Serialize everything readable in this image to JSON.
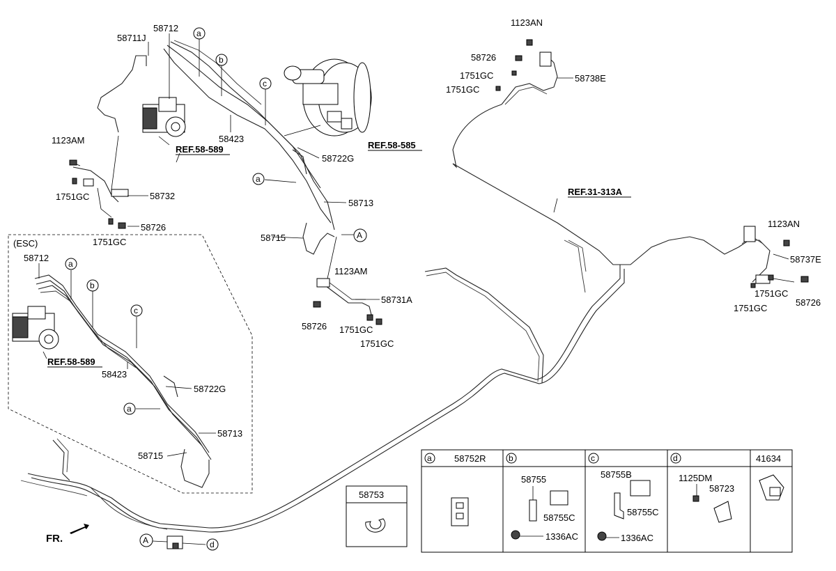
{
  "labels": {
    "p58711J": "58711J",
    "p58712_top": "58712",
    "p58423_top": "58423",
    "ref58589_top": "REF.58-589",
    "ref58585": "REF.58-585",
    "p1123AM_left": "1123AM",
    "p1751GC_left1": "1751GC",
    "p58732": "58732",
    "p58726_left": "58726",
    "p1751GC_left2": "1751GC",
    "p58722G_top": "58722G",
    "p58713_top": "58713",
    "p58715_top": "58715",
    "p1123AM_mid": "1123AM",
    "p58731A": "58731A",
    "p58726_mid": "58726",
    "p1751GC_mid1": "1751GC",
    "p1751GC_mid2": "1751GC",
    "p1123AN_top": "1123AN",
    "p58726_tr": "58726",
    "p1751GC_tr1": "1751GC",
    "p1751GC_tr2": "1751GC",
    "p58738E": "58738E",
    "ref31313A": "REF.31-313A",
    "p1123AN_right": "1123AN",
    "p58737E": "58737E",
    "p1751GC_r1": "1751GC",
    "p1751GC_r2": "1751GC",
    "p58726_r": "58726",
    "esc": "(ESC)",
    "p58712_esc": "58712",
    "ref58589_esc": "REF.58-589",
    "p58423_esc": "58423",
    "p58722G_esc": "58722G",
    "p58713_esc": "58713",
    "p58715_esc": "58715",
    "fr": "FR."
  },
  "callouts": {
    "a": "a",
    "b": "b",
    "c": "c",
    "d": "d",
    "A": "A"
  },
  "table": {
    "single_box": "58753",
    "cells": [
      {
        "letter": "a",
        "part": "58752R"
      },
      {
        "letter": "b",
        "part": ""
      },
      {
        "letter": "c",
        "part": ""
      },
      {
        "letter": "d",
        "part": ""
      },
      {
        "letter": "",
        "part": "41634"
      }
    ],
    "b_parts": {
      "p1": "58755",
      "p2": "58755C",
      "p3": "1336AC"
    },
    "c_parts": {
      "p1": "58755B",
      "p2": "58755C",
      "p3": "1336AC"
    },
    "d_parts": {
      "p1": "1125DM",
      "p2": "58723"
    }
  }
}
